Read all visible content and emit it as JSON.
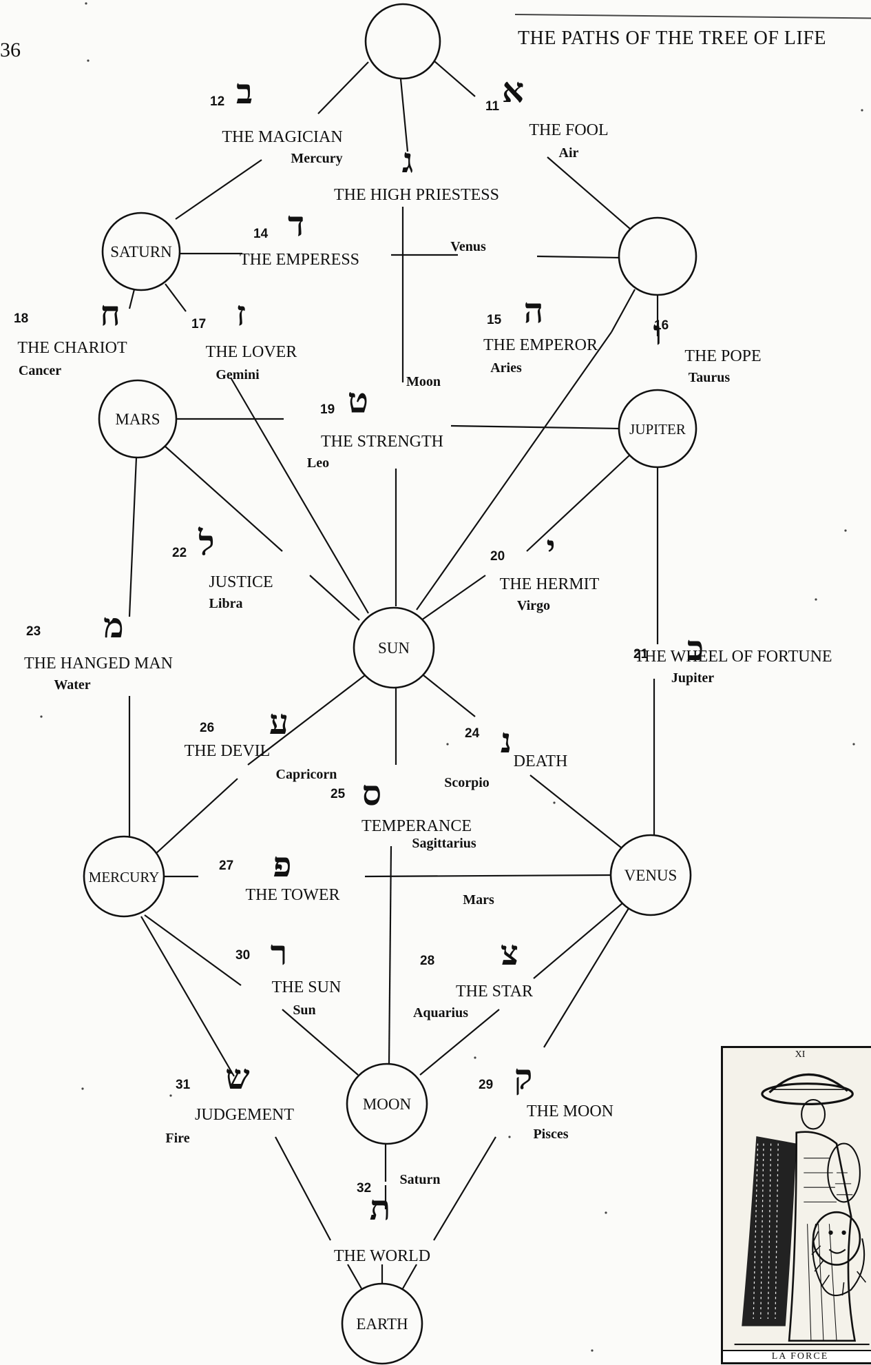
{
  "header": {
    "page_number": "36",
    "title": "THE PATHS OF THE TREE OF LIFE"
  },
  "spheres": [
    {
      "id": "kether",
      "label": ""
    },
    {
      "id": "saturn",
      "label": "SATURN"
    },
    {
      "id": "chokmah",
      "label": ""
    },
    {
      "id": "mars",
      "label": "MARS"
    },
    {
      "id": "jupiter",
      "label": "JUPITER"
    },
    {
      "id": "sun",
      "label": "SUN"
    },
    {
      "id": "mercury",
      "label": "MERCURY"
    },
    {
      "id": "venus",
      "label": "VENUS"
    },
    {
      "id": "moon",
      "label": "MOON"
    },
    {
      "id": "earth",
      "label": "EARTH"
    }
  ],
  "paths": [
    {
      "number": "11",
      "letter": "א",
      "card": "THE FOOL",
      "attribution": "Air"
    },
    {
      "number": "12",
      "letter": "ב",
      "card": "THE MAGICIAN",
      "attribution": "Mercury"
    },
    {
      "number": "",
      "letter": "ג",
      "card": "THE HIGH PRIESTESS",
      "attribution": "Moon"
    },
    {
      "number": "14",
      "letter": "ד",
      "card": "THE EMPERESS",
      "attribution": "Venus"
    },
    {
      "number": "15",
      "letter": "ה",
      "card": "THE EMPEROR",
      "attribution": "Aries"
    },
    {
      "number": "16",
      "letter": "ו",
      "card": "THE POPE",
      "attribution": "Taurus"
    },
    {
      "number": "17",
      "letter": "ז",
      "card": "THE LOVER",
      "attribution": "Gemini"
    },
    {
      "number": "18",
      "letter": "ח",
      "card": "THE CHARIOT",
      "attribution": "Cancer"
    },
    {
      "number": "19",
      "letter": "ט",
      "card": "THE STRENGTH",
      "attribution": "Leo"
    },
    {
      "number": "20",
      "letter": "י",
      "card": "THE HERMIT",
      "attribution": "Virgo"
    },
    {
      "number": "21",
      "letter": "כ",
      "card": "THE WHEEL OF FORTUNE",
      "attribution": "Jupiter"
    },
    {
      "number": "22",
      "letter": "ל",
      "card": "JUSTICE",
      "attribution": "Libra"
    },
    {
      "number": "23",
      "letter": "מ",
      "card": "THE HANGED MAN",
      "attribution": "Water"
    },
    {
      "number": "24",
      "letter": "נ",
      "card": "DEATH",
      "attribution": "Scorpio"
    },
    {
      "number": "25",
      "letter": "ס",
      "card": "TEMPERANCE",
      "attribution": "Sagittarius"
    },
    {
      "number": "26",
      "letter": "ע",
      "card": "THE DEVIL",
      "attribution": "Capricorn"
    },
    {
      "number": "27",
      "letter": "פ",
      "card": "THE TOWER",
      "attribution": "Mars"
    },
    {
      "number": "28",
      "letter": "צ",
      "card": "THE STAR",
      "attribution": "Aquarius"
    },
    {
      "number": "29",
      "letter": "ק",
      "card": "THE MOON",
      "attribution": "Pisces"
    },
    {
      "number": "30",
      "letter": "ר",
      "card": "THE SUN",
      "attribution": "Sun"
    },
    {
      "number": "31",
      "letter": "ש",
      "card": "JUDGEMENT",
      "attribution": "Fire"
    },
    {
      "number": "32",
      "letter": "ת",
      "card": "THE WORLD",
      "attribution": "Saturn"
    }
  ],
  "tarot_card": {
    "number": "XI",
    "title": "LA FORCE"
  }
}
